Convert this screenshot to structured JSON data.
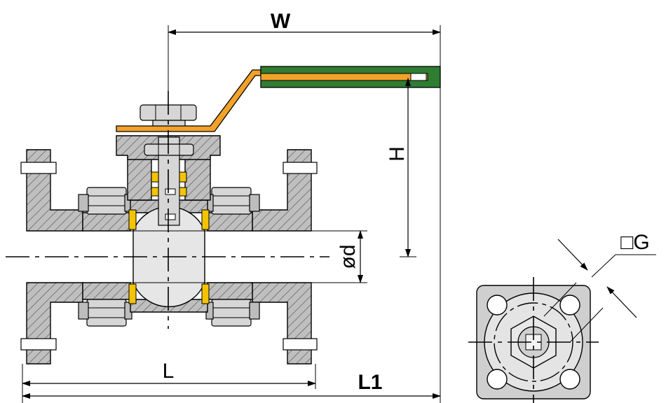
{
  "labels": {
    "w": "W",
    "h": "H",
    "od": "ød",
    "g": "□G",
    "l": "L",
    "l1": "L1"
  },
  "colors": {
    "handle_orange": "#f2a12a",
    "handle_grip": "#2e7d32",
    "seat_yellow": "#f4c400",
    "steel": "#d6d6d6",
    "hatch": "#8a8a8a"
  }
}
